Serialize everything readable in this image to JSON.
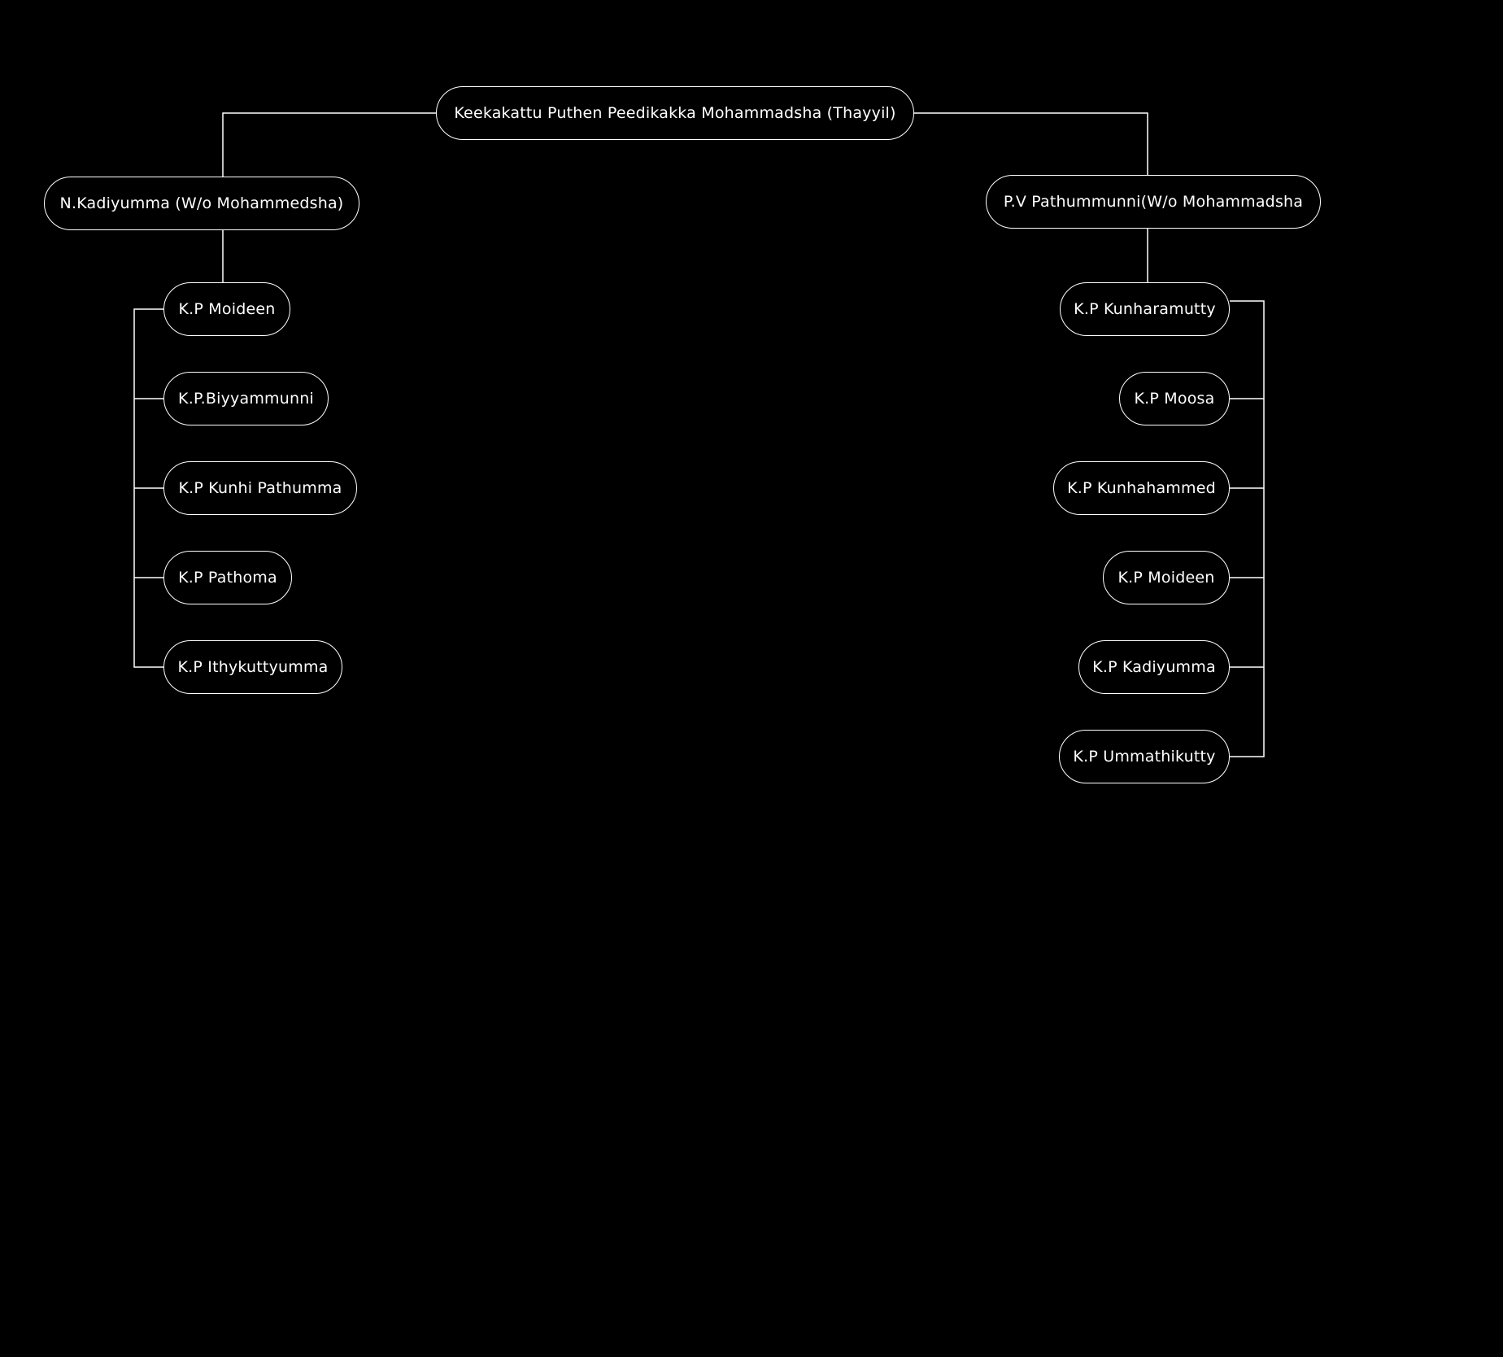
{
  "colors": {
    "background": "#000000",
    "foreground": "#ffffff"
  },
  "tree": {
    "root": "Keekakattu Puthen Peedikakka Mohammadsha (Thayyil)",
    "spouses": [
      {
        "name": "N.Kadiyumma (W/o Mohammedsha)",
        "children": [
          "K.P Moideen",
          "K.P.Biyyammunni",
          "K.P Kunhi Pathumma",
          "K.P Pathoma",
          "K.P Ithykuttyumma"
        ]
      },
      {
        "name": "P.V Pathummunni(W/o Mohammadsha",
        "children": [
          "K.P Kunharamutty",
          "K.P Moosa",
          "K.P Kunhahammed",
          "K.P Moideen",
          "K.P Kadiyumma",
          "K.P Ummathikutty"
        ]
      }
    ]
  }
}
